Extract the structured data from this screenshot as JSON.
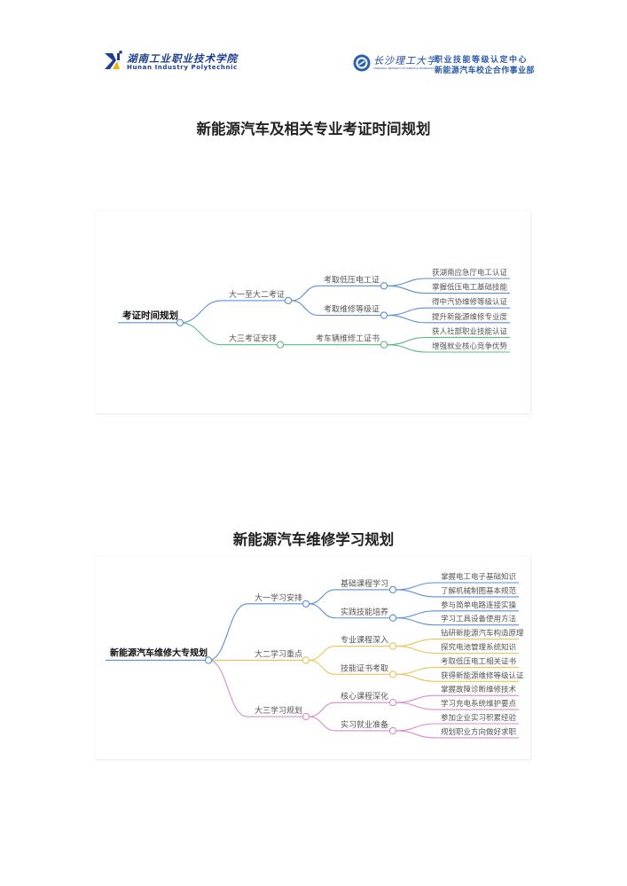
{
  "header": {
    "left_logo": {
      "name_cn": "湖南工业职业技术学院",
      "name_en": "Hunan Industry Polytechnic"
    },
    "right_logo": {
      "name_cn": "长沙理工大学",
      "name_en": "CHANGSHA UNIVERSITY OF SCIENCE & TECHNOLOGY",
      "line1": "职业技能等级认定中心",
      "line2": "新能源汽车校企合作事业部"
    }
  },
  "sections": [
    {
      "title": "新能源汽车及相关专业考证时间规划",
      "mindmap": {
        "root": "考证时间规划",
        "branches": [
          {
            "label": "大一至大二考证",
            "color": "#5b8fd6",
            "children": [
              {
                "label": "考取低压电工证",
                "leaves": [
                  "获湖南应急厅电工认证",
                  "掌握低压电工基础技能"
                ]
              },
              {
                "label": "考取维修等级证",
                "leaves": [
                  "得中汽协维修等级认证",
                  "提升新能源维修专业度"
                ]
              }
            ]
          },
          {
            "label": "大三考证安排",
            "color": "#5cb88a",
            "children": [
              {
                "label": "考车辆维修工证书",
                "leaves": [
                  "获人社部职业技能认证",
                  "增强就业核心竞争优势"
                ]
              }
            ]
          }
        ]
      }
    },
    {
      "title": "新能源汽车维修学习规划",
      "mindmap": {
        "root": "新能源汽车维修大专规划",
        "branches": [
          {
            "label": "大一学习安排",
            "color": "#5b8fd6",
            "children": [
              {
                "label": "基础课程学习",
                "leaves": [
                  "掌握电工电子基础知识",
                  "了解机械制图基本规范"
                ]
              },
              {
                "label": "实践技能培养",
                "leaves": [
                  "参与简单电路连接实操",
                  "学习工具设备使用方法"
                ]
              }
            ]
          },
          {
            "label": "大二学习重点",
            "color": "#eec257",
            "children": [
              {
                "label": "专业课程深入",
                "leaves": [
                  "钻研新能源汽车构造原理",
                  "探究电池管理系统知识"
                ]
              },
              {
                "label": "技能证书考取",
                "leaves": [
                  "考取低压电工相关证书",
                  "获得新能源维修等级认证"
                ]
              }
            ]
          },
          {
            "label": "大三学习规划",
            "color": "#d98cc8",
            "children": [
              {
                "label": "核心课程深化",
                "leaves": [
                  "掌握故障诊断维修技术",
                  "学习充电系统维护要点"
                ]
              },
              {
                "label": "实习就业准备",
                "leaves": [
                  "参加企业实习积累经验",
                  "规划职业方向做好求职"
                ]
              }
            ]
          }
        ]
      }
    }
  ]
}
